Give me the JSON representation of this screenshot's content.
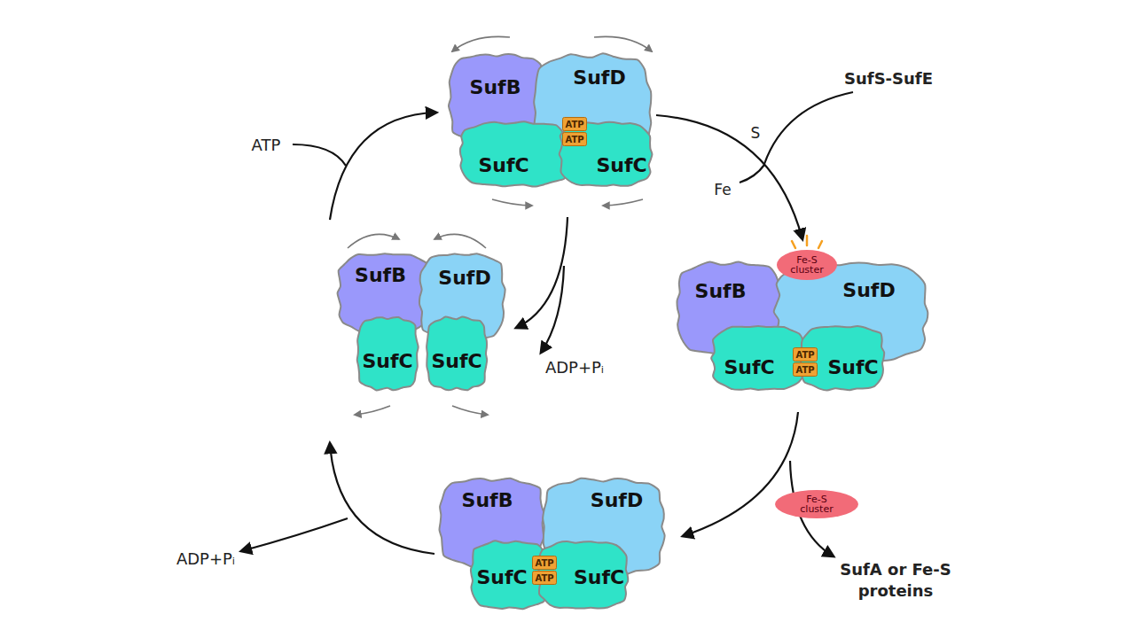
{
  "diagram": {
    "nodes": [
      {
        "text": [
          "SufB"
        ]
      },
      {
        "text": [
          "SufD"
        ]
      },
      {
        "text": [
          "ATP"
        ]
      },
      {
        "text": [
          "ATP"
        ]
      },
      {
        "text": [
          "SufC"
        ]
      },
      {
        "text": [
          "SufC"
        ]
      },
      {
        "text": [
          "SufB"
        ]
      },
      {
        "text": [
          "SufD"
        ]
      },
      {
        "text": [
          "SufC"
        ]
      },
      {
        "text": [
          "SufC"
        ]
      },
      {
        "text": [
          "Fe-S cluster"
        ]
      },
      {
        "text": [
          "SufB"
        ]
      },
      {
        "text": [
          "SufD"
        ]
      },
      {
        "text": [
          "ATP"
        ]
      },
      {
        "text": [
          "ATP"
        ]
      },
      {
        "text": [
          "SufC"
        ]
      },
      {
        "text": [
          "SufC"
        ]
      },
      {
        "text": [
          "Fe-S cluster"
        ]
      },
      {
        "text": [
          "SufB"
        ]
      },
      {
        "text": [
          "SufD"
        ]
      },
      {
        "text": [
          "ATP"
        ]
      },
      {
        "text": [
          "ATP"
        ]
      },
      {
        "text": [
          "SufC"
        ]
      },
      {
        "text": [
          "SufC"
        ]
      }
    ],
    "labels": [
      "ATP",
      "SufS-SufE",
      "S",
      "Fe",
      "ADP+Pᵢ",
      "ADP+Pᵢ",
      "SufA or Fe-S proteins"
    ]
  }
}
